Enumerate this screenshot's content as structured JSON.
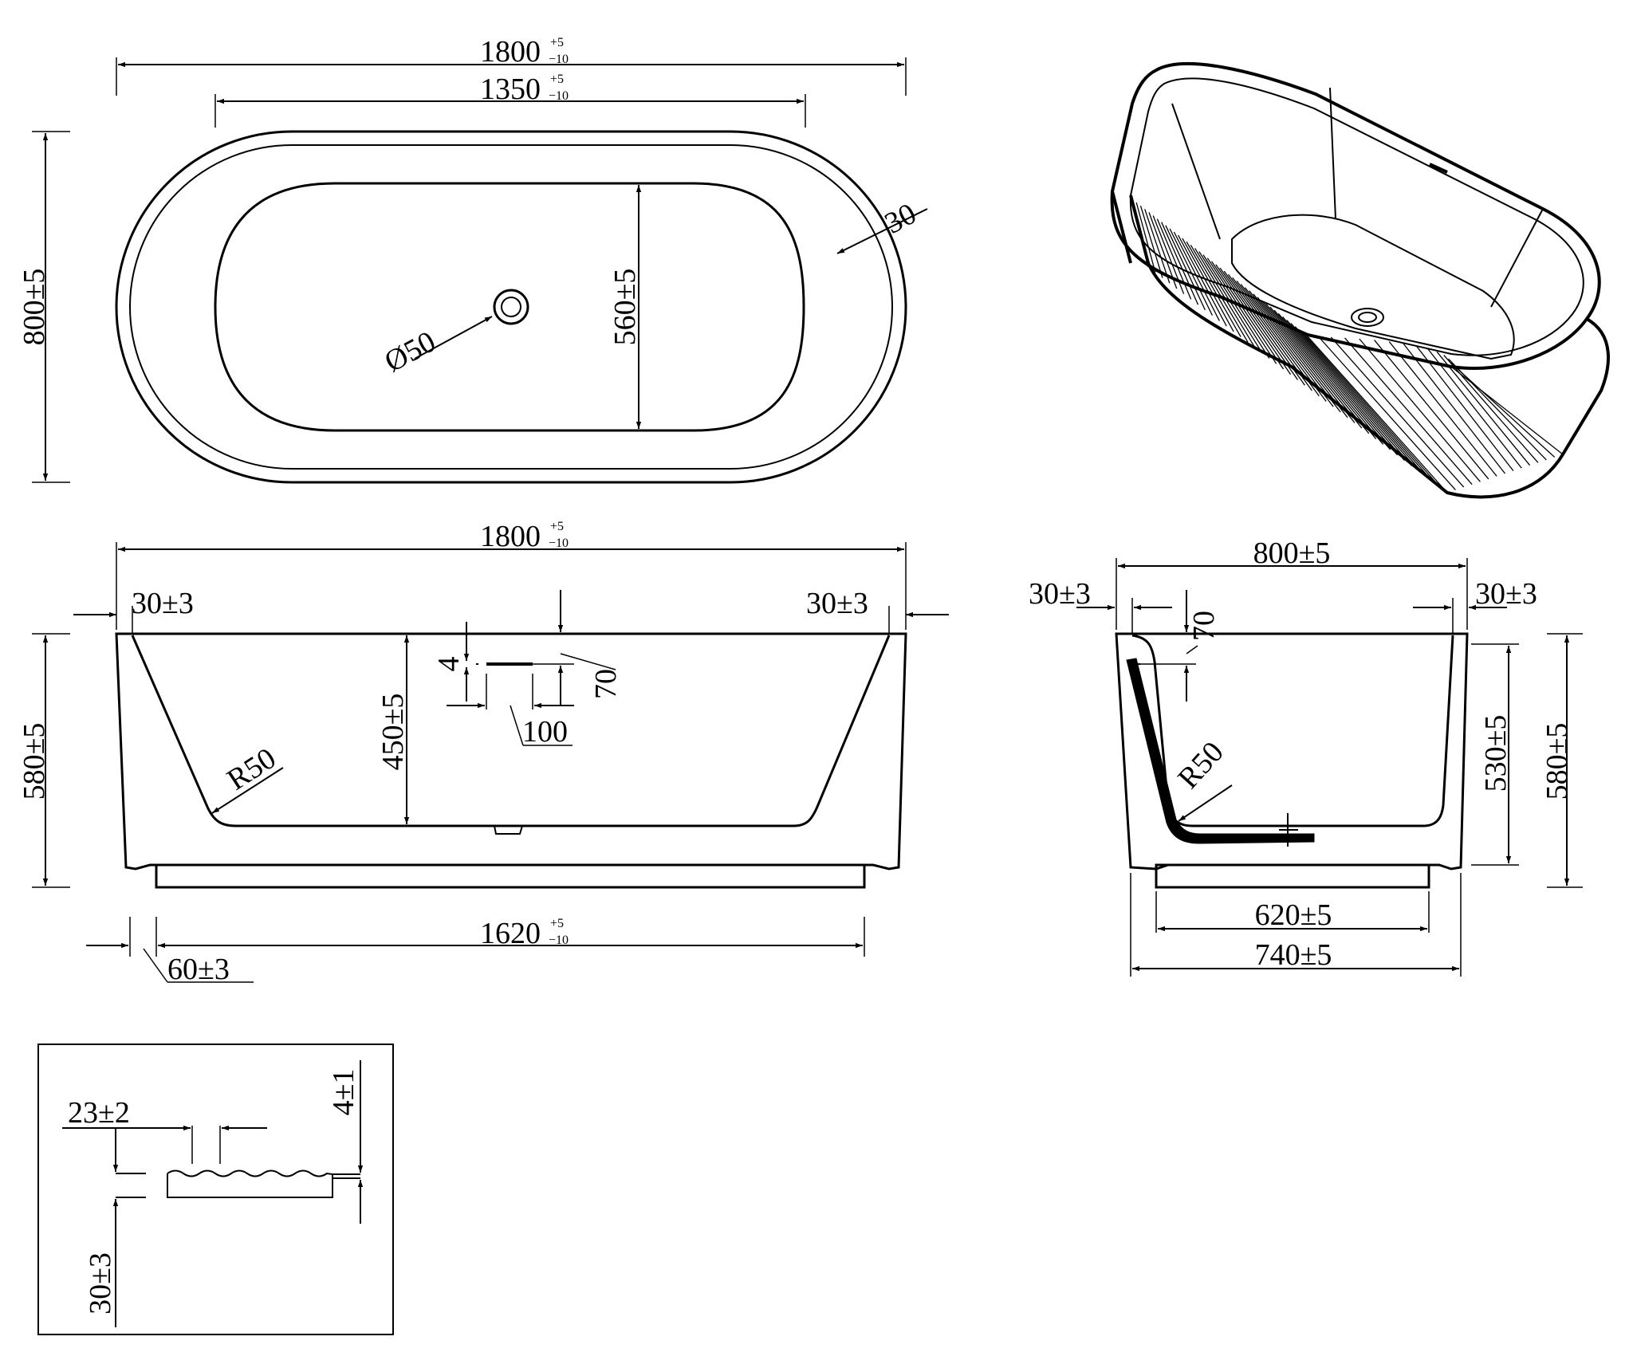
{
  "top_view": {
    "length": "1800",
    "length_tol_plus": "+5",
    "length_tol_minus": "−10",
    "inner_length": "1350",
    "inner_tol_plus": "+5",
    "inner_tol_minus": "−10",
    "width": "800±5",
    "inner_width": "560±5",
    "drain": "Ø50",
    "rim": "30"
  },
  "side_view": {
    "length": "1800",
    "length_tol_plus": "+5",
    "length_tol_minus": "−10",
    "rim_left": "30±3",
    "rim_right": "30±3",
    "height": "580±5",
    "depth": "450±5",
    "overflow_gap": "4",
    "overflow_drop": "70",
    "overflow_len": "100",
    "radius": "R50",
    "base_length": "1620",
    "base_tol_plus": "+5",
    "base_tol_minus": "−10",
    "base_offset": "60±3"
  },
  "end_view": {
    "width": "800±5",
    "rim_left": "30±3",
    "rim_right": "30±3",
    "overflow_drop": "70",
    "radius": "R50",
    "inner_height": "530±5",
    "height": "580±5",
    "base_width": "620±5",
    "mid_width": "740±5"
  },
  "detail": {
    "gap": "23±2",
    "step": "4±1",
    "rim": "30±3"
  }
}
